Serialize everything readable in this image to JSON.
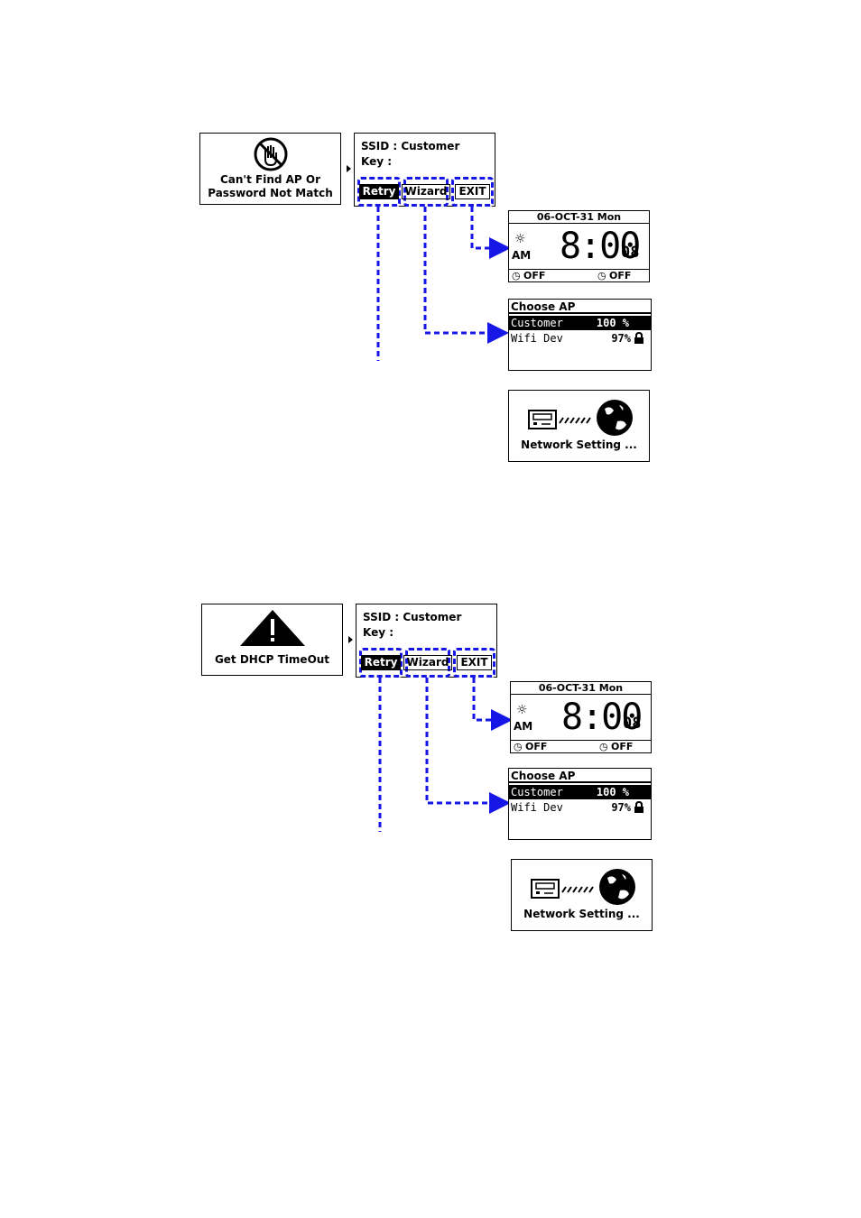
{
  "flows": [
    {
      "message": "Can't Find AP Or\nPassword Not Match",
      "message_icon": "stop-hand-icon",
      "ssid_label": "SSID : Customer",
      "key_label": "Key :",
      "buttons": {
        "retry": "Retry",
        "wizard": "Wizard",
        "exit": "EXIT"
      },
      "clock": {
        "date": "06-OCT-31   Mon",
        "ampm": "AM",
        "time": "8:00",
        "seconds": "08",
        "alarm1": "OFF",
        "alarm2": "OFF"
      },
      "choose_ap": {
        "title": "Choose AP",
        "items": [
          {
            "name": "Customer",
            "signal": "100 %",
            "selected": true
          },
          {
            "name": "Wifi Dev",
            "signal": "97%",
            "locked": true
          }
        ]
      },
      "network": {
        "label": "Network Setting ..."
      }
    },
    {
      "message": "Get DHCP TimeOut",
      "message_icon": "warning-icon",
      "ssid_label": "SSID : Customer",
      "key_label": "Key :",
      "buttons": {
        "retry": "Retry",
        "wizard": "Wizard",
        "exit": "EXIT"
      },
      "clock": {
        "date": "06-OCT-31   Mon",
        "ampm": "AM",
        "time": "8:00",
        "seconds": "08",
        "alarm1": "OFF",
        "alarm2": "OFF"
      },
      "choose_ap": {
        "title": "Choose AP",
        "items": [
          {
            "name": "Customer",
            "signal": "100 %",
            "selected": true
          },
          {
            "name": "Wifi Dev",
            "signal": "97%",
            "locked": true
          }
        ]
      },
      "network": {
        "label": "Network Setting ..."
      }
    }
  ],
  "colors": {
    "connector": "#1616e6",
    "screen": "#000000"
  }
}
